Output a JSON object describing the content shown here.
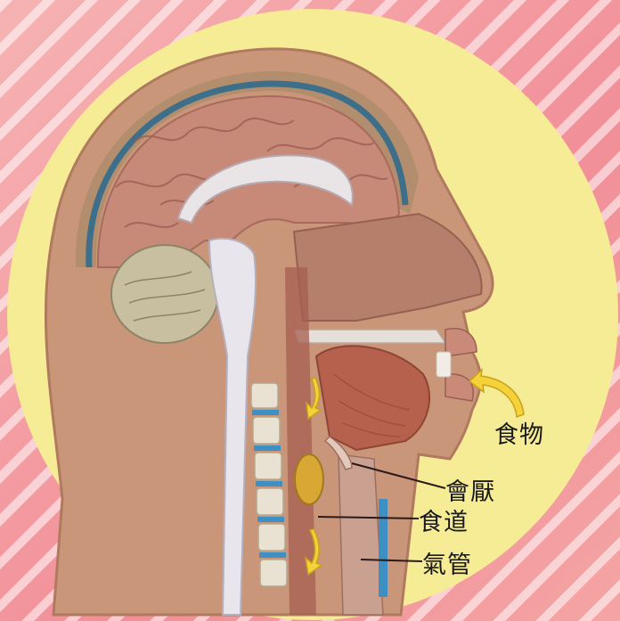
{
  "labels": {
    "food": "食物",
    "epiglottis": "會厭",
    "esophagus": "食道",
    "trachea": "氣管"
  },
  "colors": {
    "background": "#f4a2a3",
    "circle": "#f6ec95",
    "food_bolus": "#d9a733",
    "arrow": "#f5d23a",
    "brain": "#c88a78",
    "dura": "#3d6f8a"
  }
}
